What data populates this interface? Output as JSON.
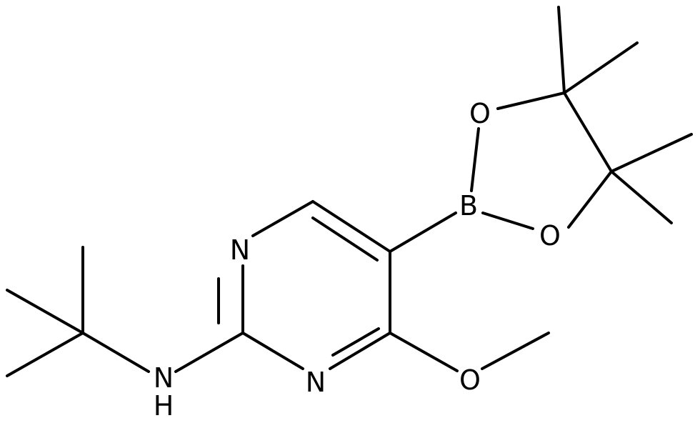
{
  "diagram": {
    "type": "chemical-structure",
    "atoms": {
      "n_ring_top": "N",
      "n_ring_bottom": "N",
      "nh_n": "N",
      "nh_h": "H",
      "o_methoxy": "O",
      "b_boron": "B",
      "o_upper": "O",
      "o_lower": "O"
    }
  }
}
